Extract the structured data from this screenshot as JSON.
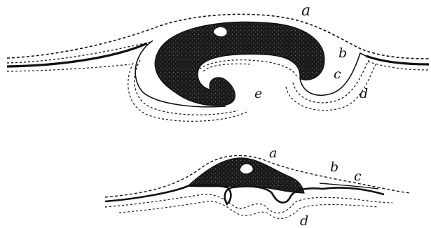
{
  "upper_figure": {
    "labels": {
      "a": "a",
      "b": "b",
      "c": "c",
      "d": "d",
      "e": "e"
    }
  },
  "lower_figure": {
    "labels": {
      "a": "a",
      "b": "b",
      "c": "c",
      "d": "d"
    }
  },
  "colors": {
    "ink": "#111111",
    "mass": "#1a1a1a",
    "paper": "#ffffff"
  }
}
